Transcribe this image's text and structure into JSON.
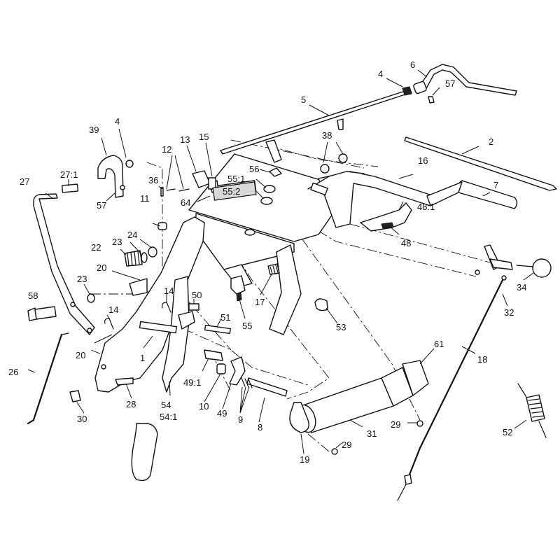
{
  "callouts": [
    {
      "id": "c-2",
      "text": "2"
    },
    {
      "id": "c-4a",
      "text": "4"
    },
    {
      "id": "c-4b",
      "text": "4"
    },
    {
      "id": "c-5",
      "text": "5"
    },
    {
      "id": "c-6",
      "text": "6"
    },
    {
      "id": "c-57a",
      "text": "57"
    },
    {
      "id": "c-57b",
      "text": "57"
    },
    {
      "id": "c-38",
      "text": "38"
    },
    {
      "id": "c-16",
      "text": "16"
    },
    {
      "id": "c-7",
      "text": "7"
    },
    {
      "id": "c-39",
      "text": "39"
    },
    {
      "id": "c-12",
      "text": "12"
    },
    {
      "id": "c-13",
      "text": "13"
    },
    {
      "id": "c-15",
      "text": "15"
    },
    {
      "id": "c-56",
      "text": "56"
    },
    {
      "id": "c-55-1",
      "text": "55:1"
    },
    {
      "id": "c-55-2",
      "text": "55:2"
    },
    {
      "id": "c-27-1",
      "text": "27:1"
    },
    {
      "id": "c-27",
      "text": "27"
    },
    {
      "id": "c-36",
      "text": "36"
    },
    {
      "id": "c-64",
      "text": "64"
    },
    {
      "id": "c-11",
      "text": "11"
    },
    {
      "id": "c-24",
      "text": "24"
    },
    {
      "id": "c-23a",
      "text": "23"
    },
    {
      "id": "c-22",
      "text": "22"
    },
    {
      "id": "c-48-1",
      "text": "48:1"
    },
    {
      "id": "c-48",
      "text": "48"
    },
    {
      "id": "c-20a",
      "text": "20"
    },
    {
      "id": "c-23b",
      "text": "23"
    },
    {
      "id": "c-14a",
      "text": "14"
    },
    {
      "id": "c-58",
      "text": "58"
    },
    {
      "id": "c-14b",
      "text": "14"
    },
    {
      "id": "c-50",
      "text": "50"
    },
    {
      "id": "c-17",
      "text": "17"
    },
    {
      "id": "c-55",
      "text": "55"
    },
    {
      "id": "c-51",
      "text": "51"
    },
    {
      "id": "c-53",
      "text": "53"
    },
    {
      "id": "c-34",
      "text": "34"
    },
    {
      "id": "c-32",
      "text": "32"
    },
    {
      "id": "c-20b",
      "text": "20"
    },
    {
      "id": "c-1",
      "text": "1"
    },
    {
      "id": "c-26",
      "text": "26"
    },
    {
      "id": "c-61",
      "text": "61"
    },
    {
      "id": "c-18",
      "text": "18"
    },
    {
      "id": "c-49-1",
      "text": "49:1"
    },
    {
      "id": "c-28",
      "text": "28"
    },
    {
      "id": "c-10",
      "text": "10"
    },
    {
      "id": "c-49",
      "text": "49"
    },
    {
      "id": "c-54",
      "text": "54"
    },
    {
      "id": "c-54-1",
      "text": "54:1"
    },
    {
      "id": "c-9",
      "text": "9"
    },
    {
      "id": "c-8",
      "text": "8"
    },
    {
      "id": "c-30",
      "text": "30"
    },
    {
      "id": "c-31",
      "text": "31"
    },
    {
      "id": "c-29a",
      "text": "29"
    },
    {
      "id": "c-29b",
      "text": "29"
    },
    {
      "id": "c-52",
      "text": "52"
    },
    {
      "id": "c-19",
      "text": "19"
    }
  ]
}
